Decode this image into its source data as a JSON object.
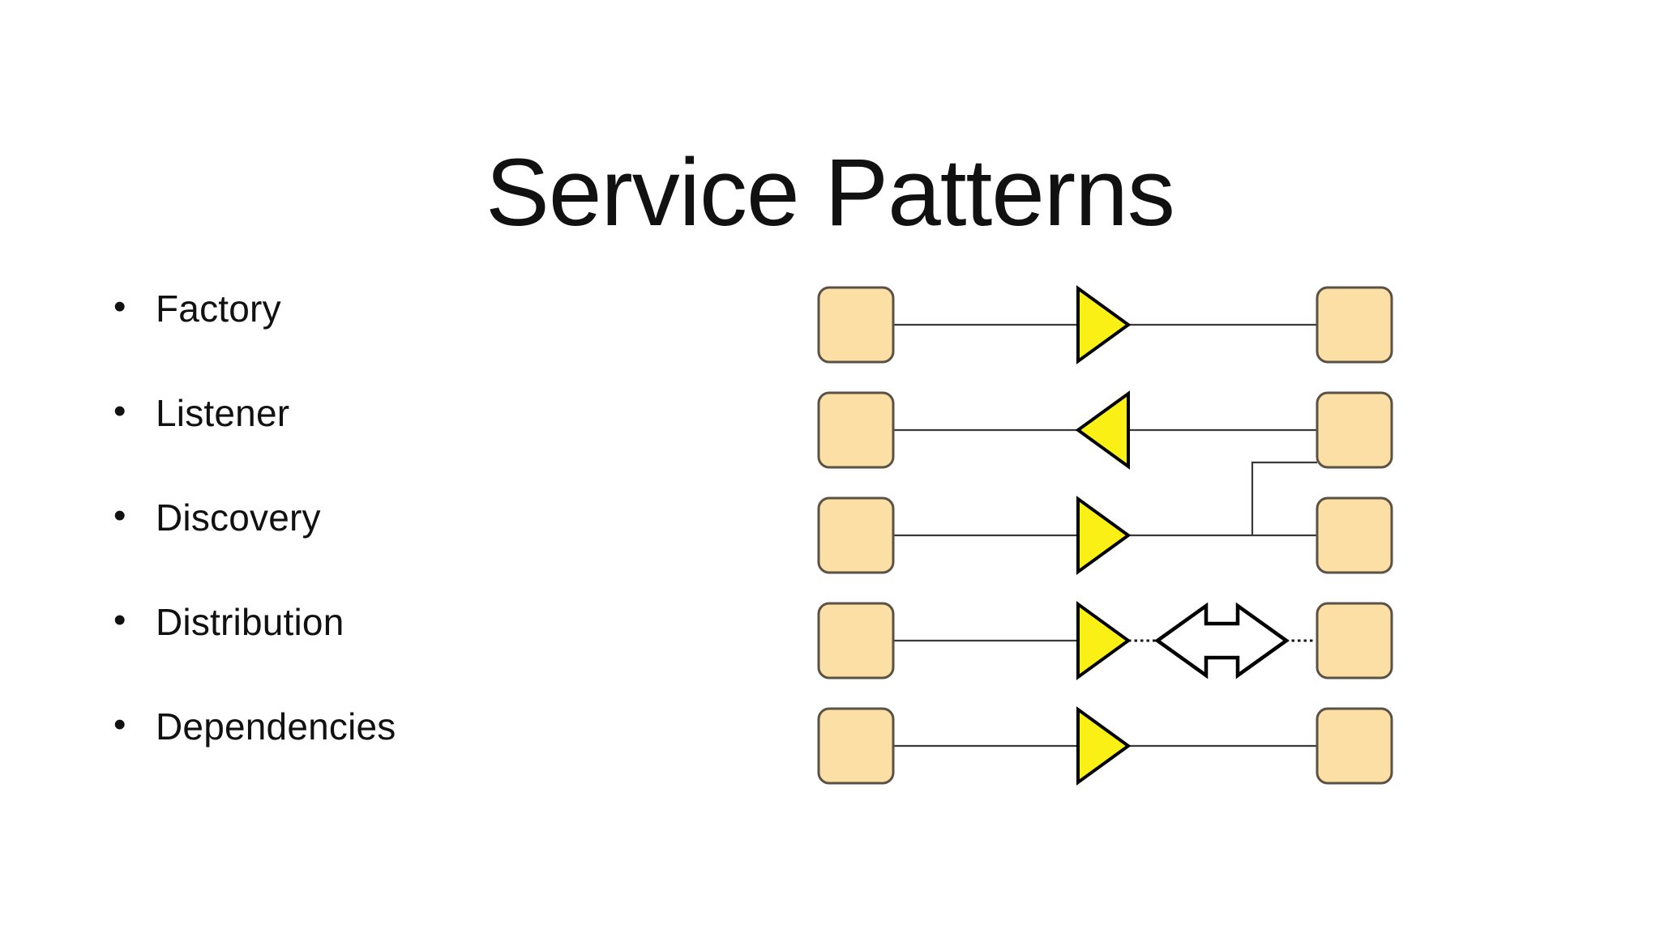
{
  "slide": {
    "title": "Service Patterns",
    "background_color": "#ffffff",
    "text_color": "#111111"
  },
  "bullets": {
    "marker": "•",
    "items": [
      {
        "label": "Factory"
      },
      {
        "label": "Listener"
      },
      {
        "label": "Discovery"
      },
      {
        "label": "Distribution"
      },
      {
        "label": "Dependencies"
      }
    ]
  },
  "diagram": {
    "colors": {
      "node_fill": "#fbdfa5",
      "node_stroke": "#5a5147",
      "arrow_fill": "#faf016",
      "arrow_stroke": "#000000",
      "line": "#3a3a3a",
      "bidi_fill": "#ffffff",
      "bidi_stroke": "#000000"
    },
    "rows": [
      {
        "pattern": "Factory",
        "left_node": "service-node",
        "right_node": "service-node",
        "connector": "solid",
        "marker": "triangle-right",
        "marker_label": "yellow-right-triangle"
      },
      {
        "pattern": "Listener",
        "left_node": "service-node",
        "right_node": "service-node",
        "connector": "solid",
        "marker": "triangle-left",
        "marker_label": "yellow-left-triangle",
        "extra": "elbow-down-to-next-row"
      },
      {
        "pattern": "Discovery",
        "left_node": "service-node",
        "right_node": "service-node",
        "connector": "solid",
        "marker": "triangle-right",
        "marker_label": "yellow-right-triangle"
      },
      {
        "pattern": "Distribution",
        "left_node": "service-node",
        "right_node": "service-node",
        "connector": "solid-then-dotted",
        "marker": "triangle-right",
        "marker_label": "yellow-right-triangle",
        "extra": "bidirectional-block-arrow"
      },
      {
        "pattern": "Dependencies",
        "left_node": "service-node",
        "right_node": "service-node",
        "connector": "solid",
        "marker": "triangle-right",
        "marker_label": "yellow-right-triangle"
      }
    ]
  }
}
